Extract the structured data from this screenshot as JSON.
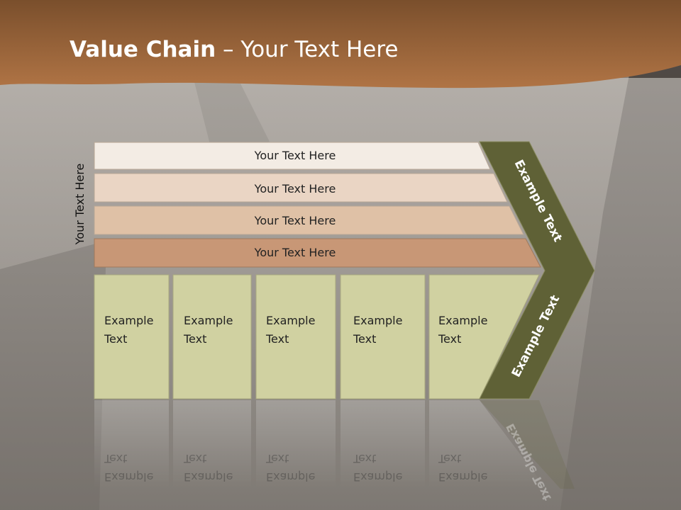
{
  "slide": {
    "title_bold": "Value Chain",
    "title_rest": " – Your Text Here",
    "side_label": "Your Text Here"
  },
  "rows": [
    {
      "label": "Your Text Here",
      "color": "#f3ece4"
    },
    {
      "label": "Your Text Here",
      "color": "#ead5c4"
    },
    {
      "label": "Your Text Here",
      "color": "#dfc1a6"
    },
    {
      "label": "Your Text Here",
      "color": "#c89776"
    }
  ],
  "columns": [
    {
      "line1": "Example",
      "line2": "Text"
    },
    {
      "line1": "Example",
      "line2": "Text"
    },
    {
      "line1": "Example",
      "line2": "Text"
    },
    {
      "line1": "Example",
      "line2": "Text"
    },
    {
      "line1": "Example",
      "line2": "Text"
    }
  ],
  "arrow": {
    "upper_label": "Example Text",
    "lower_label": "Example Text",
    "color": "#5f6136"
  },
  "colors": {
    "header_brown": "#a8693c",
    "column_fill": "#d0d1a1"
  }
}
